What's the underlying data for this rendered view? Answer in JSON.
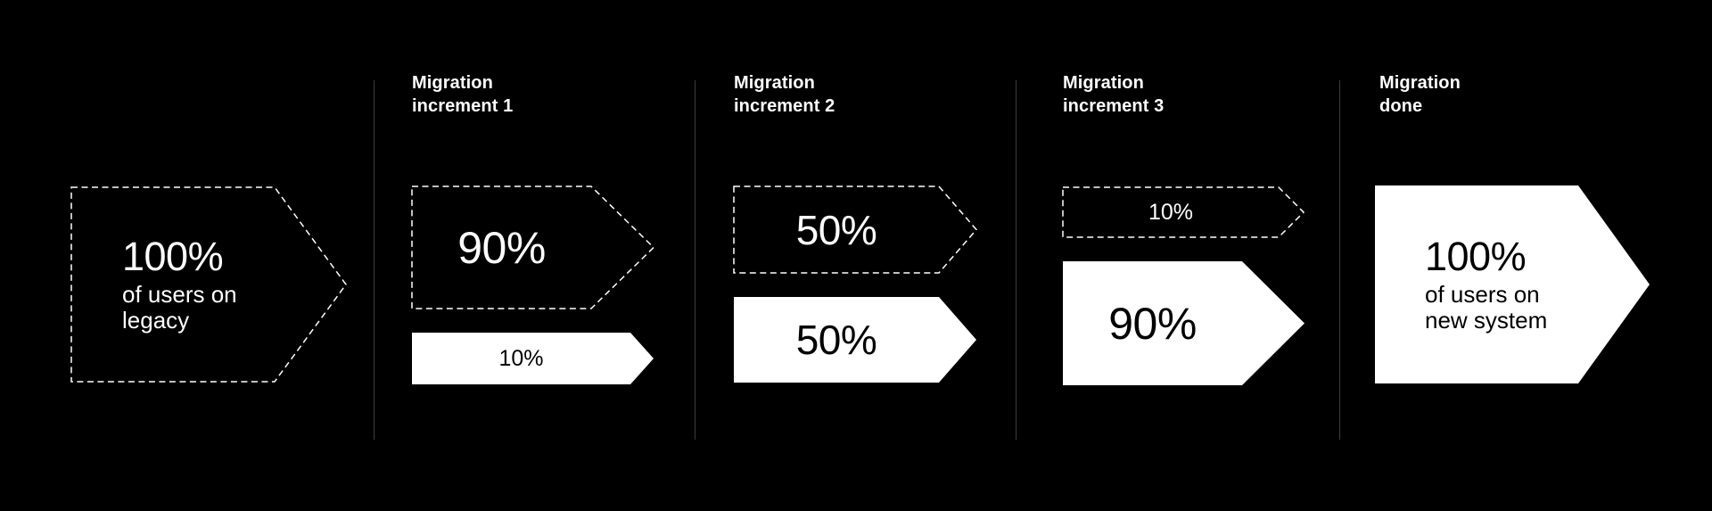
{
  "colors": {
    "background": "#000000",
    "foreground": "#ffffff",
    "divider": "#3d3d3d",
    "text_on_solid": "#000000"
  },
  "stages": [
    {
      "heading": "",
      "shapes": [
        {
          "style": "dashed",
          "value": "100%",
          "caption": "of users on\nlegacy"
        }
      ]
    },
    {
      "heading": "Migration\nincrement 1",
      "shapes": [
        {
          "style": "dashed",
          "value": "90%"
        },
        {
          "style": "solid",
          "value": "10%"
        }
      ]
    },
    {
      "heading": "Migration\nincrement 2",
      "shapes": [
        {
          "style": "dashed",
          "value": "50%"
        },
        {
          "style": "solid",
          "value": "50%"
        }
      ]
    },
    {
      "heading": "Migration\nincrement 3",
      "shapes": [
        {
          "style": "dashed",
          "value": "10%"
        },
        {
          "style": "solid",
          "value": "90%"
        }
      ]
    },
    {
      "heading": "Migration\ndone",
      "shapes": [
        {
          "style": "solid",
          "value": "100%",
          "caption": "of users on\nnew system"
        }
      ]
    }
  ]
}
